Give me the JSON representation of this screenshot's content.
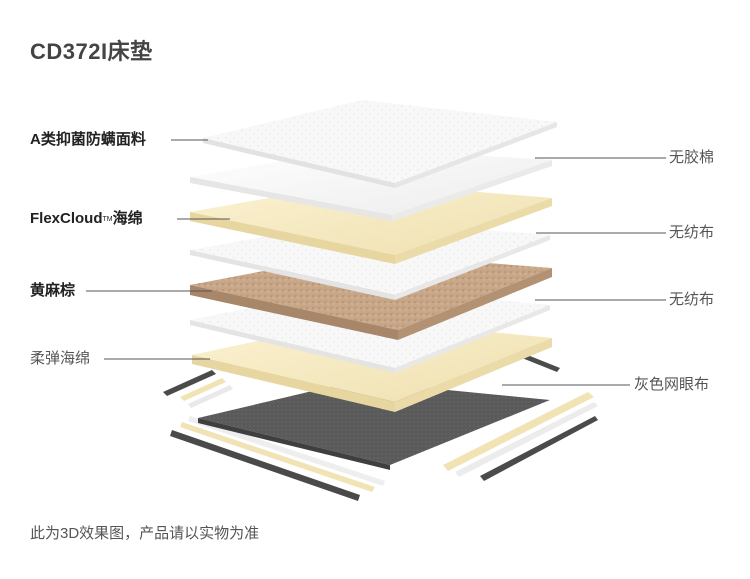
{
  "title": "CD372I床垫",
  "labels_left": {
    "fabric": "A类抑菌防螨面料",
    "flexcloud": "FlexCloud",
    "flexcloud_tm": "TM",
    "flexcloud_suffix": "海绵",
    "palm": "黄麻棕",
    "soft_foam": "柔弹海绵"
  },
  "labels_right": {
    "no_glue_cotton": "无胶棉",
    "nonwoven_1": "无纺布",
    "nonwoven_2": "无纺布",
    "grey_mesh": "灰色网眼布"
  },
  "footnote": "此为3D效果图，产品请以实物为准",
  "colors": {
    "white_layer": "#f7f7f7",
    "cream_layer": "#f3e7bf",
    "palm_layer": "#c9a98a",
    "grey_mesh": "#555555",
    "line": "#555555"
  }
}
